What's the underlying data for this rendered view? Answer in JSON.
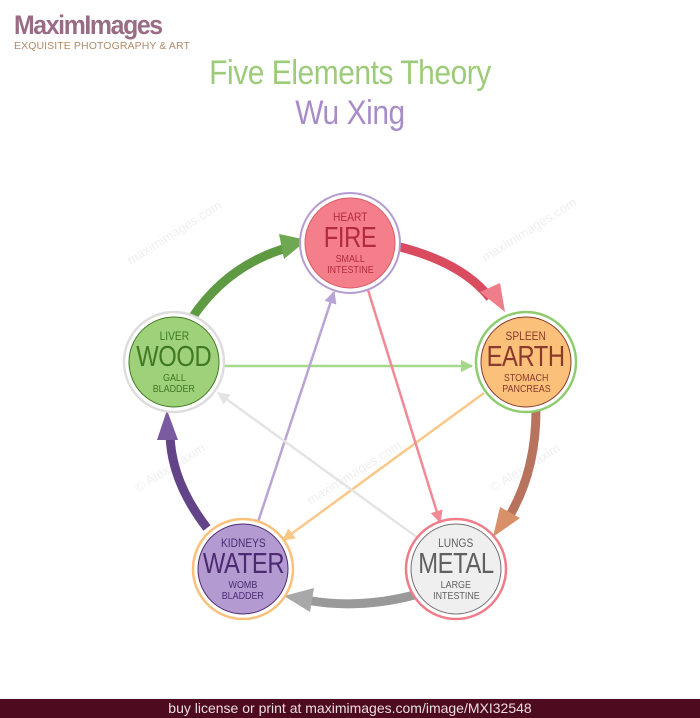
{
  "logo": {
    "name": "MaximImages",
    "tagline": "EXQUISITE PHOTOGRAPHY & ART"
  },
  "title": "Five Elements Theory",
  "subtitle": "Wu Xing",
  "elements": [
    {
      "id": "fire",
      "element": "FIRE",
      "organ_top": "HEART",
      "organ_bottom_1": "SMALL",
      "organ_bottom_2": "INTESTINE",
      "fill": "#f47f8a",
      "text_color": "#b22a3c",
      "ring": "#b49cd0"
    },
    {
      "id": "earth",
      "element": "EARTH",
      "organ_top": "SPLEEN",
      "organ_bottom_1": "STOMACH",
      "organ_bottom_2": "PANCREAS",
      "fill": "#fbc07a",
      "text_color": "#8a3a2c",
      "ring": "#8fcc6e"
    },
    {
      "id": "metal",
      "element": "METAL",
      "organ_top": "LUNGS",
      "organ_bottom_1": "LARGE",
      "organ_bottom_2": "INTESTINE",
      "fill": "#efefef",
      "text_color": "#606060",
      "ring": "#f07c88"
    },
    {
      "id": "water",
      "element": "WATER",
      "organ_top": "KIDNEYS",
      "organ_bottom_1": "WOMB",
      "organ_bottom_2": "BLADDER",
      "fill": "#b39bd2",
      "text_color": "#4b2a72",
      "ring": "#fbc07a"
    },
    {
      "id": "wood",
      "element": "WOOD",
      "organ_top": "LIVER",
      "organ_bottom_1": "GALL",
      "organ_bottom_2": "BLADDER",
      "fill": "#9fd07a",
      "text_color": "#3f7a22",
      "ring": "#dddddd"
    }
  ],
  "generating_cycle": [
    {
      "from": "wood",
      "to": "fire",
      "color": "#5e9a42"
    },
    {
      "from": "fire",
      "to": "earth",
      "color": "#e0566a"
    },
    {
      "from": "earth",
      "to": "metal",
      "color": "#c07a60"
    },
    {
      "from": "metal",
      "to": "water",
      "color": "#9a9a9a"
    },
    {
      "from": "water",
      "to": "wood",
      "color": "#6a4a8e"
    }
  ],
  "controlling_cycle": [
    {
      "from": "wood",
      "to": "earth",
      "color": "#a6d88a"
    },
    {
      "from": "earth",
      "to": "water",
      "color": "#fbc889"
    },
    {
      "from": "water",
      "to": "fire",
      "color": "#b9a4d6"
    },
    {
      "from": "fire",
      "to": "metal",
      "color": "#f08a96"
    },
    {
      "from": "metal",
      "to": "wood",
      "color": "#e4e4e4"
    }
  ],
  "watermarks": [
    "maximimages.com",
    "© Alex Maxim"
  ],
  "footer": "buy license or print at maximimages.com/image/MXI32548"
}
